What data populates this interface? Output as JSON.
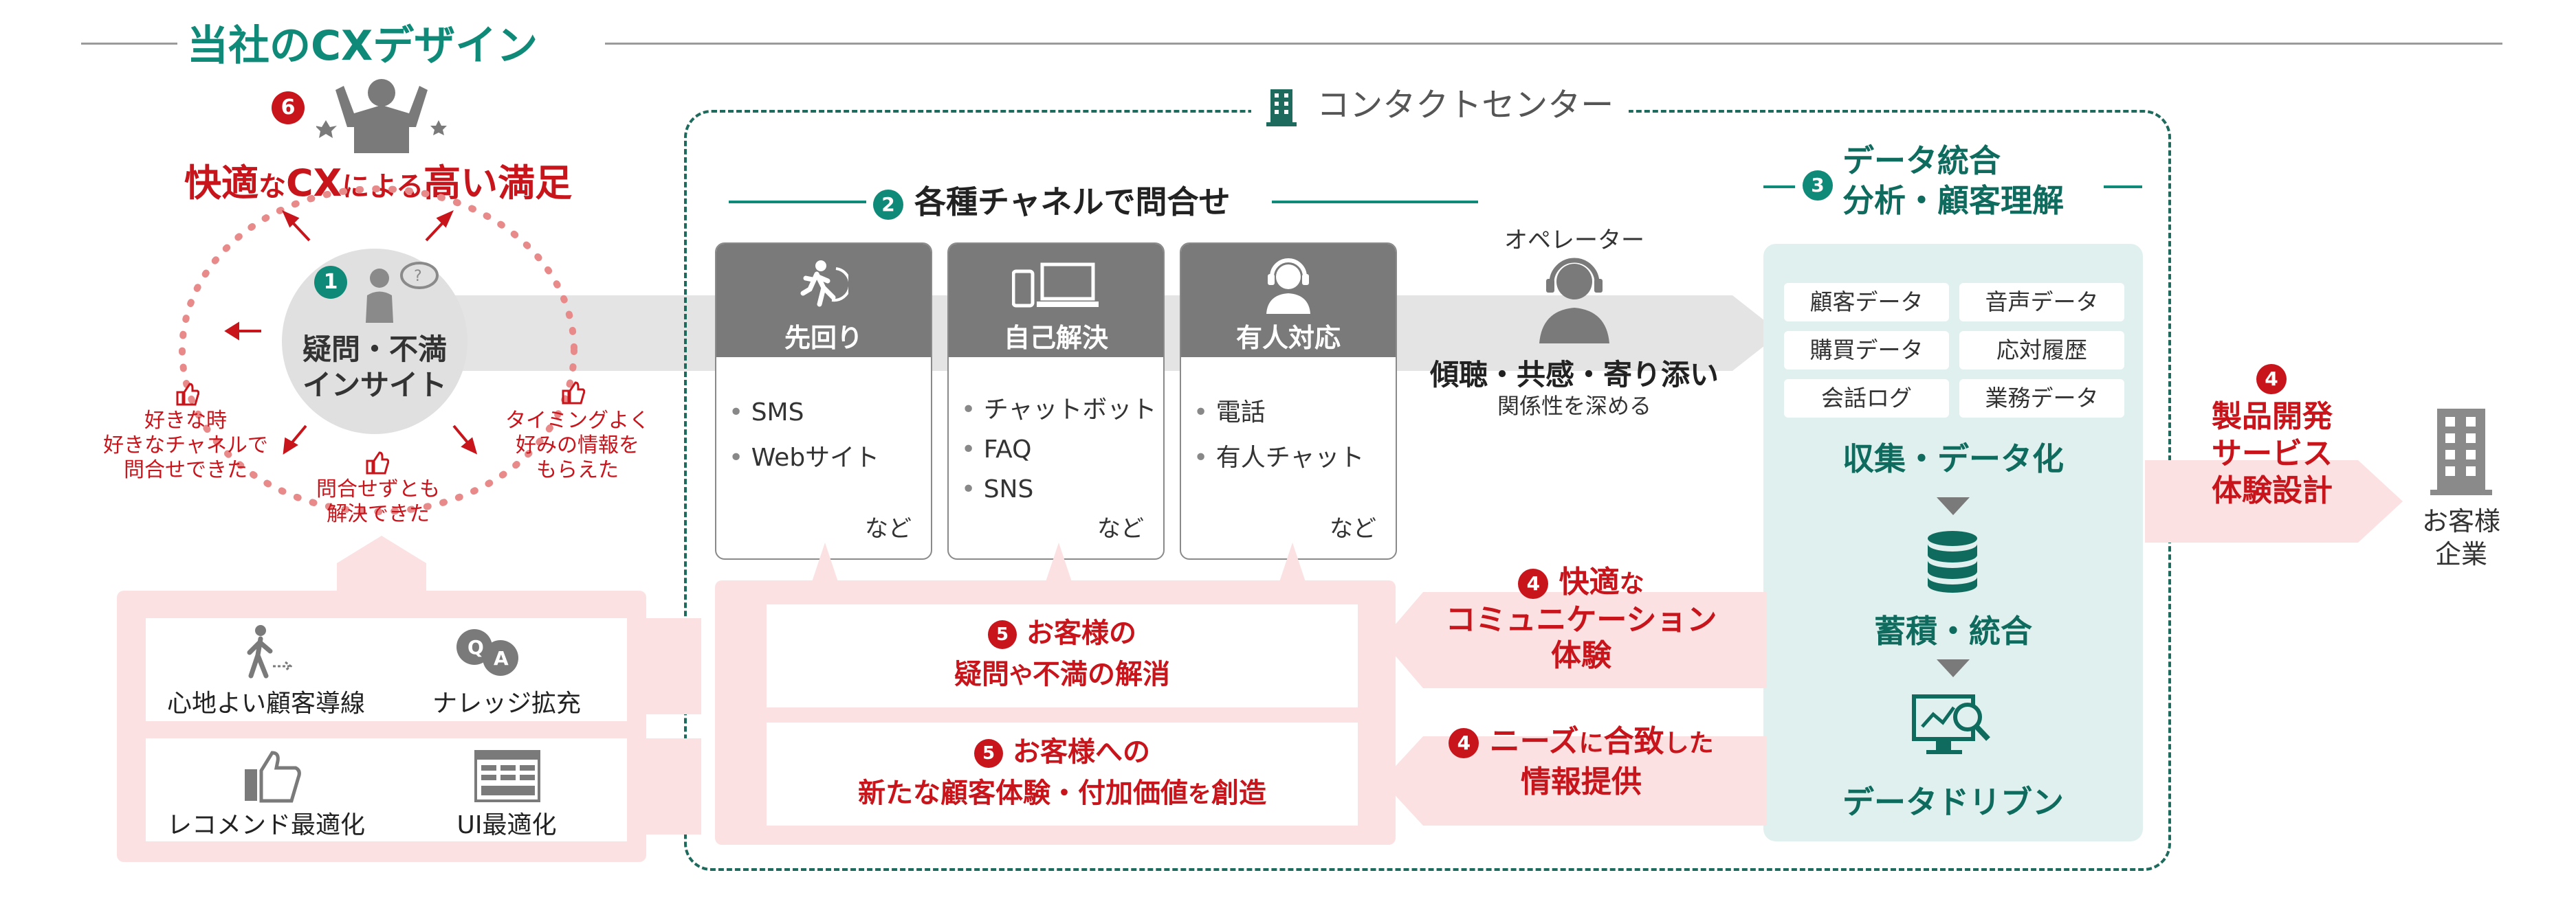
{
  "title": "当社のCXデザイン",
  "contact_center_label": "コンタクトセンター",
  "colors": {
    "teal": "#0f8a78",
    "red": "#c8141b",
    "pink": "#fbe1e2",
    "light_teal": "#dff0ee",
    "gray": "#7a7a7a"
  },
  "satisfaction": {
    "num": "6",
    "prefix": "快適",
    "small": "な",
    "cx": "CX",
    "mid": "による",
    "suffix": "高い満足"
  },
  "insight": {
    "num": "1",
    "line1": "疑問・不満",
    "line2": "インサイト"
  },
  "cycle_labels": {
    "left": [
      "好きな時",
      "好きなチャネルで",
      "問合せできた"
    ],
    "bottom": [
      "問合せずとも",
      "解決できた"
    ],
    "right": [
      "タイミングよく",
      "好みの情報を",
      "もらえた"
    ]
  },
  "channels_header": {
    "num": "2",
    "label": "各種チャネルで問合せ"
  },
  "channels": [
    {
      "label": "先回り",
      "items": [
        "SMS",
        "Webサイト"
      ],
      "etc": "など",
      "icon": "running-icon"
    },
    {
      "label": "自己解決",
      "items": [
        "チャットボット",
        "FAQ",
        "SNS"
      ],
      "etc": "など",
      "icon": "devices-icon"
    },
    {
      "label": "有人対応",
      "items": [
        "電話",
        "有人チャット"
      ],
      "etc": "など",
      "icon": "headset-icon"
    }
  ],
  "operator": {
    "title": "オペレーター",
    "main": "傾聴・共感・寄り添い",
    "sub": "関係性を深める"
  },
  "data_header": {
    "num": "3",
    "line1": "データ統合",
    "line2": "分析・顧客理解"
  },
  "data_chips": [
    "顧客データ",
    "音声データ",
    "購買データ",
    "応対履歴",
    "会話ログ",
    "業務データ"
  ],
  "data_steps": [
    "収集・データ化",
    "蓄積・統合",
    "データドリブン"
  ],
  "product": {
    "num": "4",
    "lines": [
      "製品開発",
      "サービス",
      "体験設計"
    ]
  },
  "company": {
    "line1": "お客様",
    "line2": "企業"
  },
  "comm": {
    "num": "4",
    "line1a": "快適",
    "line1b": "な",
    "line2": "コミュニケーション",
    "line3": "体験"
  },
  "needs": {
    "num": "4",
    "part1": "ニーズ",
    "part2": "に",
    "part3": "合致",
    "part4": "した",
    "line2": "情報提供"
  },
  "resolve": {
    "num": "5",
    "line1": "お客様の",
    "line2a": "疑問",
    "line2b": "や",
    "line2c": "不満の解消"
  },
  "newexp": {
    "num": "5",
    "line1": "お客様への",
    "line2a": "新たな顧客体験・付加価値",
    "line2b": "を",
    "line2c": "創造"
  },
  "features": [
    {
      "label": "心地よい顧客導線",
      "icon": "walking-icon"
    },
    {
      "label": "ナレッジ拡充",
      "icon": "qa-icon"
    },
    {
      "label": "レコメンド最適化",
      "icon": "thumbs-up-icon"
    },
    {
      "label": "UI最適化",
      "icon": "ui-screen-icon"
    }
  ]
}
